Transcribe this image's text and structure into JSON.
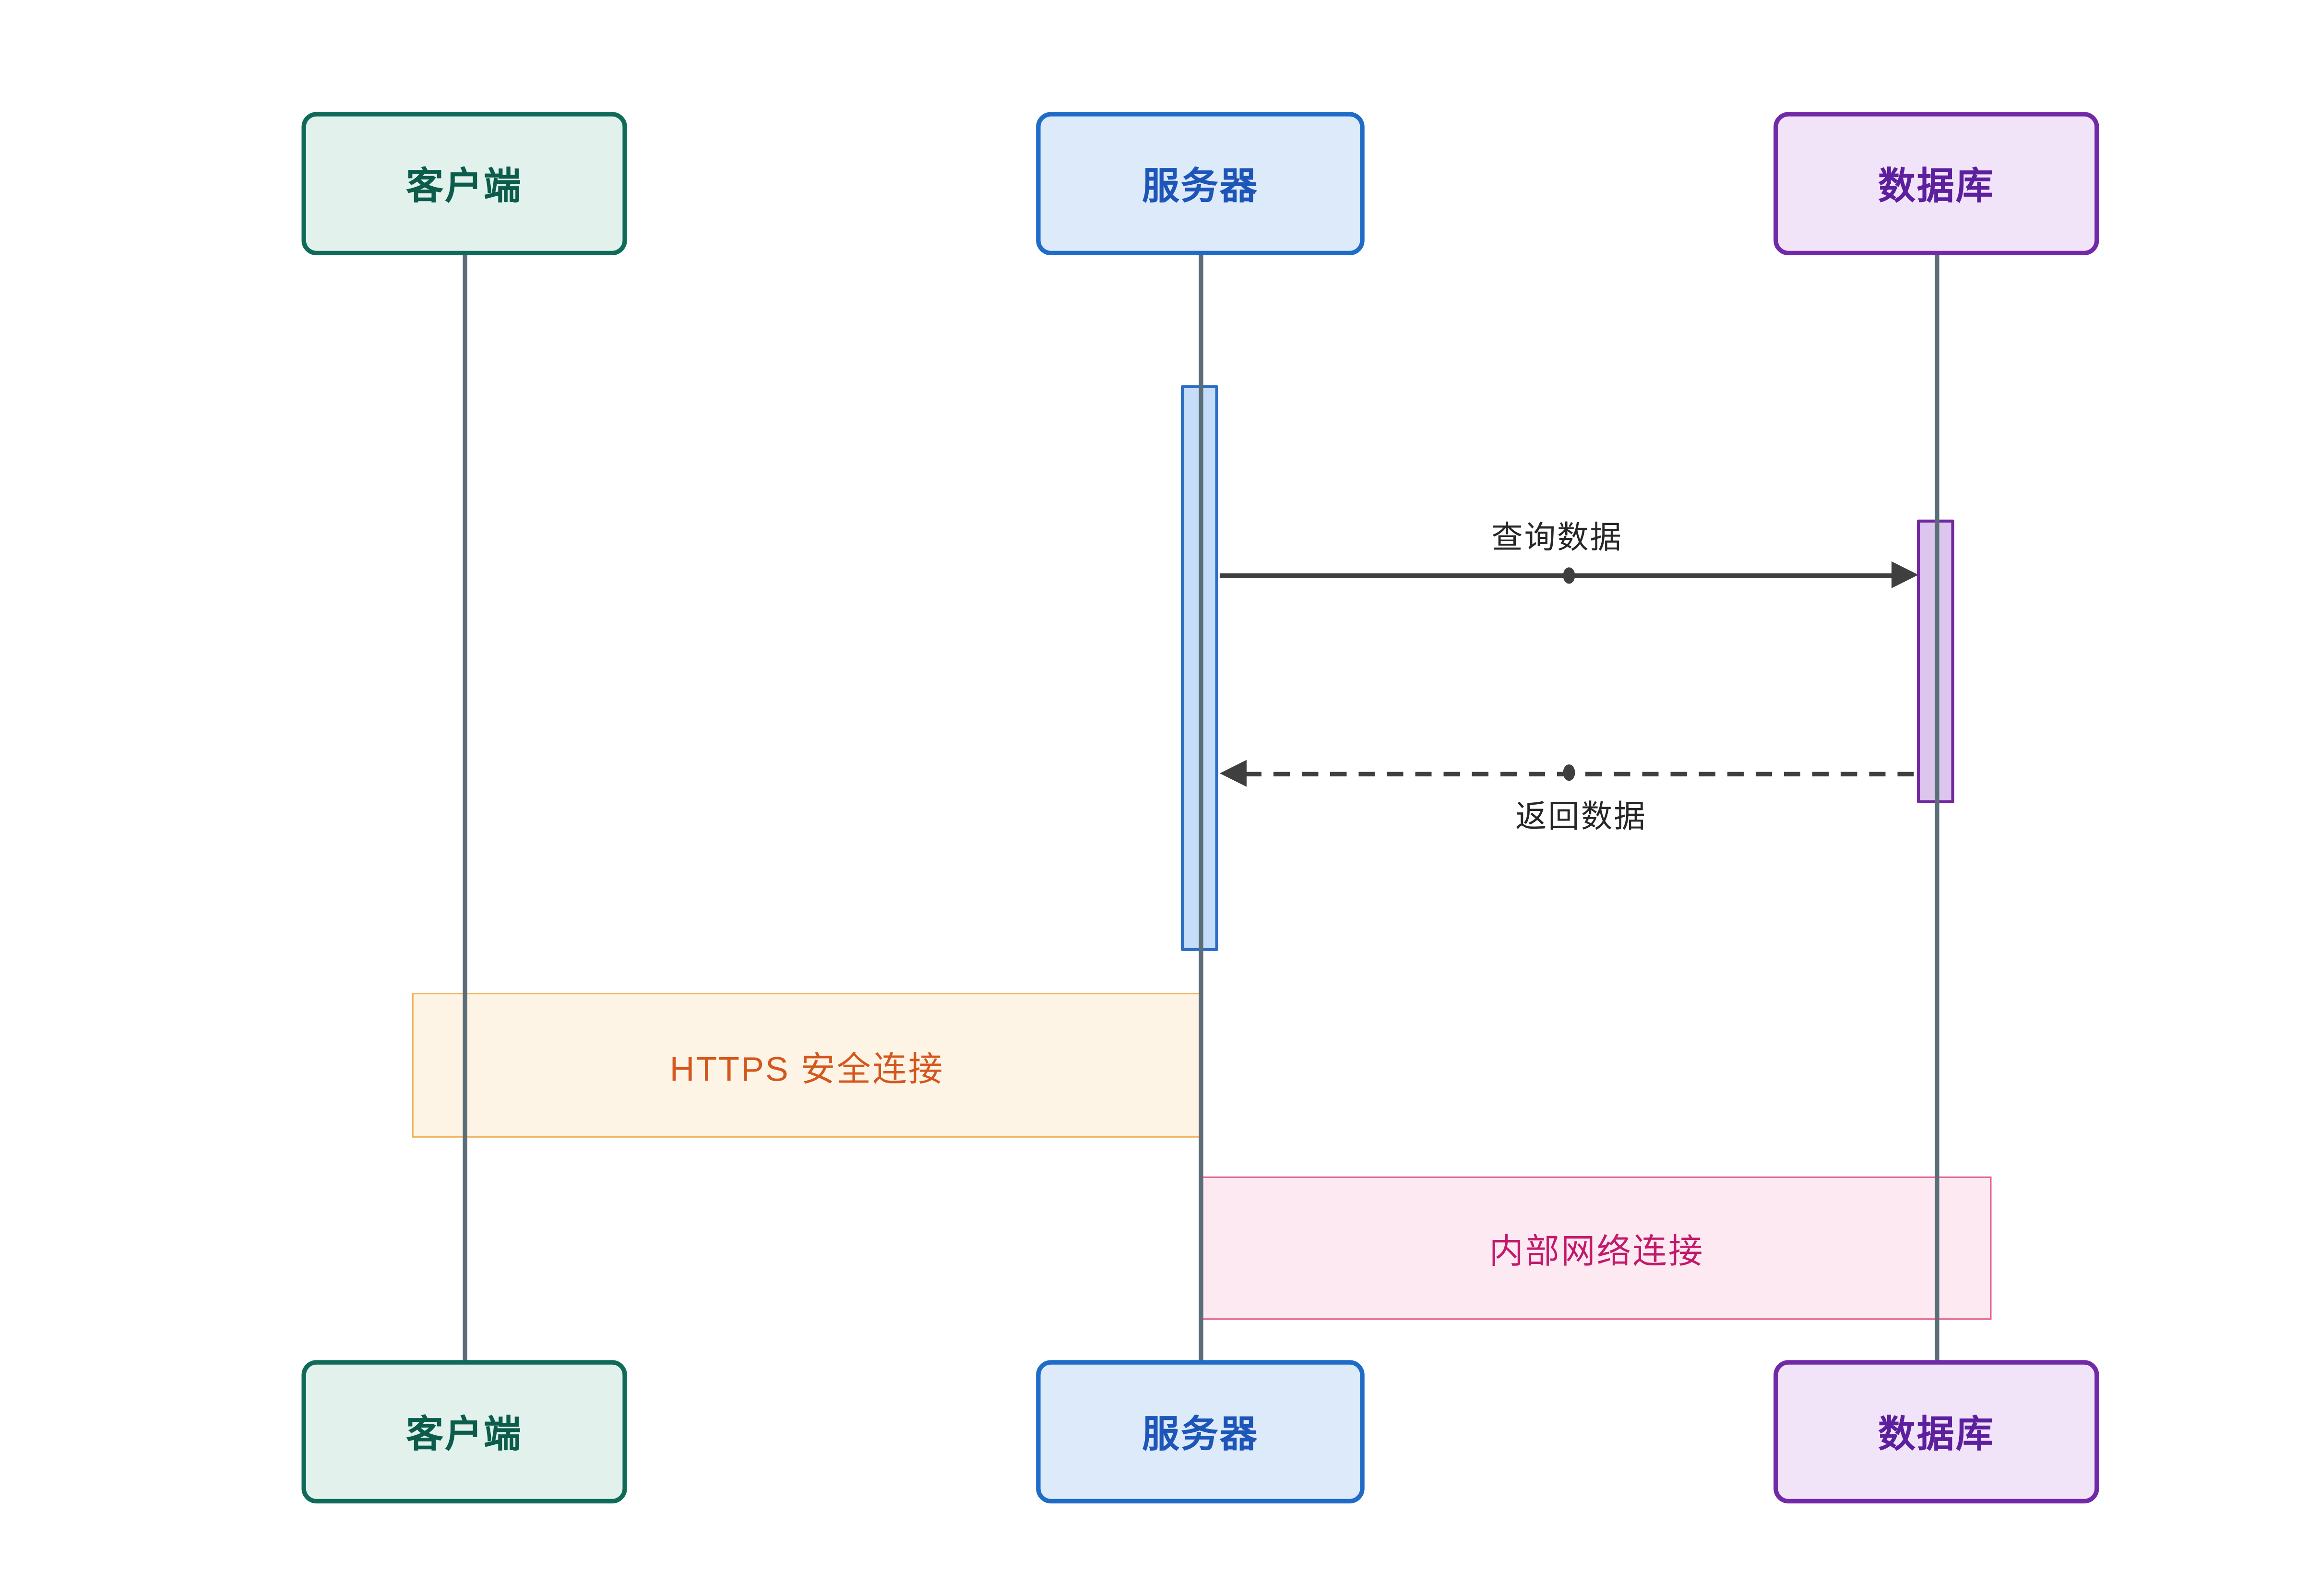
{
  "diagram": {
    "type": "sequence-diagram",
    "background": "#ffffff",
    "lifeline_color": "#5b6e78",
    "arrow_color": "#3f3f3f",
    "actors": [
      {
        "id": "client",
        "label": "客户端",
        "fill": "#e2f1ec",
        "border": "#0e6b58",
        "text_color": "#0c5c4b"
      },
      {
        "id": "server",
        "label": "服务器",
        "fill": "#ddeafa",
        "border": "#1e6bc8",
        "text_color": "#1d55b8"
      },
      {
        "id": "database",
        "label": "数据库",
        "fill": "#f2e4f8",
        "border": "#7229a8",
        "text_color": "#5c1f9e"
      }
    ],
    "activations": [
      {
        "actor": "server",
        "fill": "#c5ddf8",
        "border": "#2b6cc4"
      },
      {
        "actor": "database",
        "fill": "#dcc6ee",
        "border": "#71289f"
      }
    ],
    "messages": [
      {
        "from": "server",
        "to": "database",
        "label": "查询数据",
        "line_style": "solid",
        "label_position": "above"
      },
      {
        "from": "database",
        "to": "server",
        "label": "返回数据",
        "line_style": "dashed",
        "label_position": "below"
      }
    ],
    "highlights": [
      {
        "label": "HTTPS 安全连接",
        "spans": [
          "client",
          "server"
        ],
        "fill": "#fdf4e6",
        "border": "#f2b259",
        "text_color": "#d4571d"
      },
      {
        "label": "内部网络连接",
        "spans": [
          "server",
          "database"
        ],
        "fill": "#fce9f1",
        "border": "#e7598b",
        "text_color": "#c2196b"
      }
    ]
  }
}
